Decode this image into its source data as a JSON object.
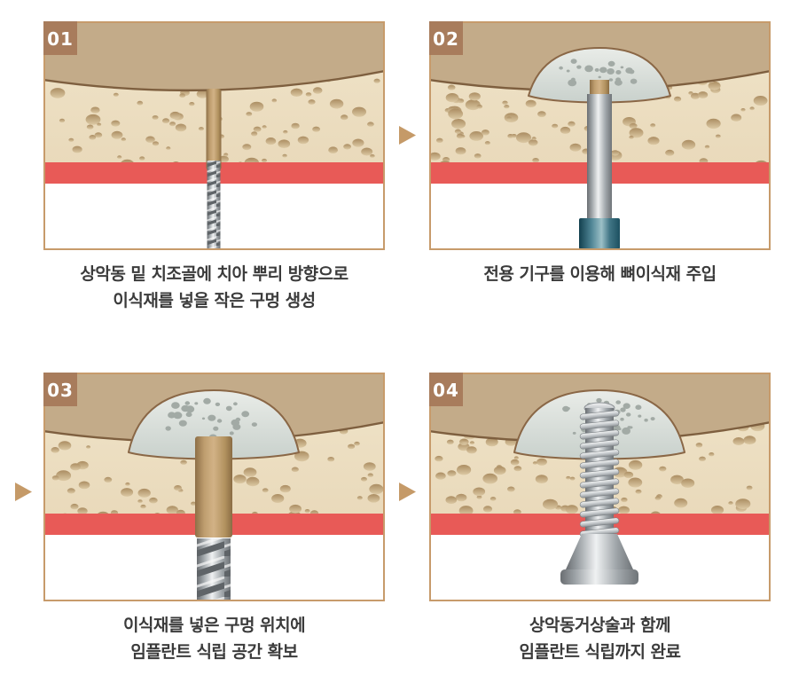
{
  "steps": [
    {
      "number": "01",
      "caption_lines": [
        "상악동 밑 치조골에 치아 뿌리 방향으로",
        "이식재를 넣을 작은 구멍 생성"
      ],
      "illustration": "small-pilot-hole-drilled-below-sinus"
    },
    {
      "number": "02",
      "caption_lines": [
        "전용 기구를 이용해 뼈이식재 주입"
      ],
      "illustration": "bone-graft-injected-with-instrument"
    },
    {
      "number": "03",
      "caption_lines": [
        "이식재를 넣은 구멍 위치에",
        "임플란트 식립 공간 확보"
      ],
      "illustration": "implant-space-prepared-at-graft-site"
    },
    {
      "number": "04",
      "caption_lines": [
        "상악동거상술과 함께",
        "임플란트 식립까지 완료"
      ],
      "illustration": "implant-placed-with-sinus-lift-complete"
    }
  ],
  "arrows": [
    {
      "name": "next-step-arrow-1",
      "direction": "right"
    },
    {
      "name": "next-step-arrow-2",
      "direction": "right"
    },
    {
      "name": "next-step-arrow-3",
      "direction": "right"
    }
  ],
  "colors": {
    "badge": "#a87c5c",
    "panel_border": "#c79b6b",
    "sinus": "#c3ab89",
    "sinus_membrane_line": "#7e5f3f",
    "bone_background": "#ecdcbd",
    "bone_dot": "#c2a679",
    "cortical_red": "#e85a57",
    "graft_fill": "#dce1dc",
    "graft_dot": "#a2aaa5",
    "arrow": "#c59a68",
    "caption_text": "#3b3b3b",
    "instrument_handle_teal": "#2e6b7c",
    "metal": "#c6cacd",
    "tan_rod": "#c9a878"
  }
}
